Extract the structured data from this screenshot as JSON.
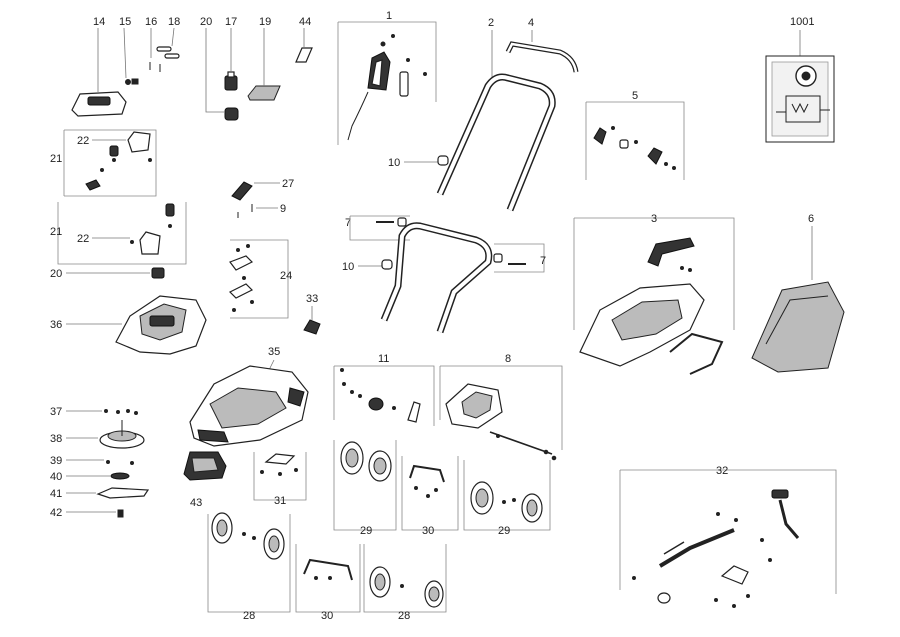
{
  "diagram": {
    "callouts": {
      "c1": "1",
      "c2": "2",
      "c3": "3",
      "c4": "4",
      "c5": "5",
      "c6": "6",
      "c7a": "7",
      "c7b": "7",
      "c8": "8",
      "c9": "9",
      "c10a": "10",
      "c10b": "10",
      "c11": "11",
      "c14": "14",
      "c15": "15",
      "c16": "16",
      "c17": "17",
      "c18": "18",
      "c19": "19",
      "c20a": "20",
      "c20b": "20",
      "c21a": "21",
      "c21b": "21",
      "c22a": "22",
      "c22b": "22",
      "c24": "24",
      "c27": "27",
      "c28a": "28",
      "c28b": "28",
      "c29a": "29",
      "c29b": "29",
      "c30a": "30",
      "c30b": "30",
      "c31": "31",
      "c32": "32",
      "c33": "33",
      "c35": "35",
      "c36": "36",
      "c37": "37",
      "c38": "38",
      "c39": "39",
      "c40": "40",
      "c41": "41",
      "c42": "42",
      "c43": "43",
      "c44": "44",
      "c1001": "1001"
    }
  }
}
